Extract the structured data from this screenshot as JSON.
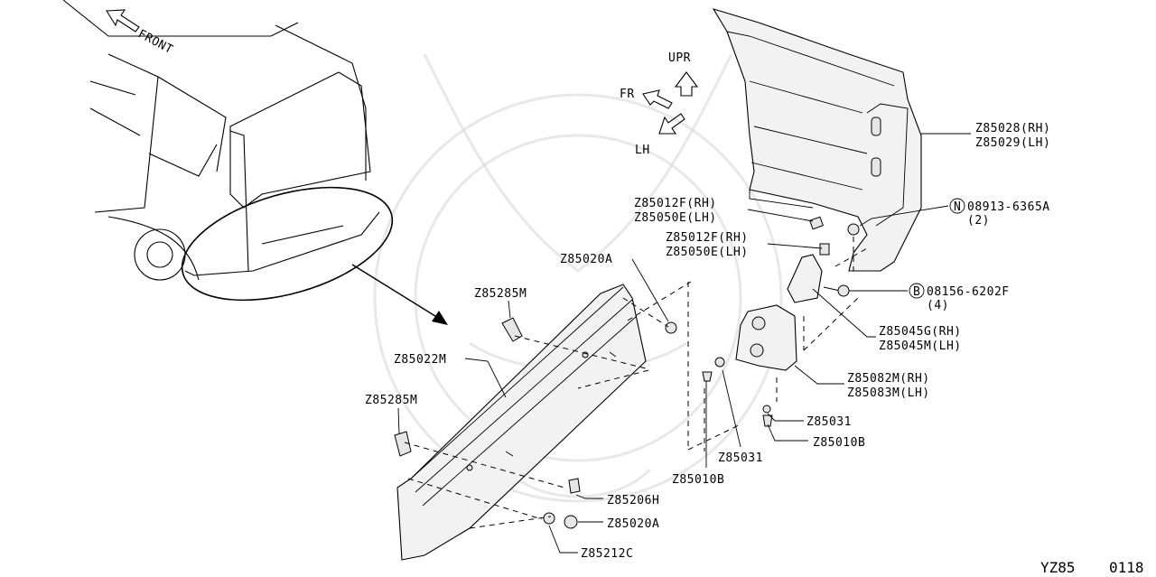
{
  "diagram_code": "YZ85",
  "diagram_number": "0118",
  "directions": {
    "front": "FRONT",
    "upr": "UPR",
    "fr": "FR",
    "lh": "LH"
  },
  "labels": {
    "z85028": "Z85028(RH)",
    "z85029": "Z85029(LH)",
    "z85012f_a": "Z85012F(RH)",
    "z85050e_a": "Z85050E(LH)",
    "z85012f_b": "Z85012F(RH)",
    "z85050e_b": "Z85050E(LH)",
    "nut_symbol": "N",
    "nut_part": "08913-6365A",
    "nut_qty": "(2)",
    "bolt_symbol": "B",
    "bolt_part": "08156-6202F",
    "bolt_qty": "(4)",
    "z85020a_top": "Z85020A",
    "z85285m_top": "Z85285M",
    "z85022m": "Z85022M",
    "z85285m_bot": "Z85285M",
    "z85045g": "Z85045G(RH)",
    "z85045m": "Z85045M(LH)",
    "z85082m": "Z85082M(RH)",
    "z85083m": "Z85083M(LH)",
    "z85031_r": "Z85031",
    "z85010b_r": "Z85010B",
    "z85031_l": "Z85031",
    "z85010b_l": "Z85010B",
    "z85206h": "Z85206H",
    "z85020a_bot": "Z85020A",
    "z85212c": "Z85212C"
  }
}
